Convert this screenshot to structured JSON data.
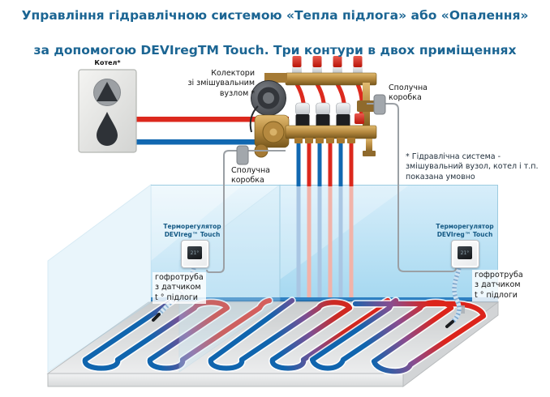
{
  "title": {
    "line1": "Управління гідравлічною системою «Тепла підлога» або «Опалення»",
    "line2": "за допомогою DEVIregTM Touch. Три контури в двох приміщеннях"
  },
  "labels": {
    "boiler": "Котел*",
    "collectors": "Колектори\nзі змішувальним\nвузлом *",
    "junction_box": "Сполучна\nкоробка",
    "footnote": "* Гідравлічна система -\nзмішувальний вузол, котел і т.п.\nпоказана умовно",
    "thermostat": "Терморегулятор\nDEVIreg™ Touch",
    "floor_sensor": "гофротруба\nз датчиком\nt ° підлоги"
  },
  "thermostat_screen": "21°",
  "colors": {
    "title_blue": "#1b6593",
    "pipe_red": "#dc281d",
    "pipe_blue": "#1168b1",
    "pipe_red_faded": "#f1b3a9",
    "pipe_blue_faded": "#a9c6e3",
    "wall_blue": "#aedcf2",
    "wall_base_line": "#2e80c2",
    "brass": "#b5893f",
    "floor_gray": "#d9dbdc",
    "wire_gray": "#9ba0a5",
    "junction_box_gray": "#a2a7ac"
  }
}
